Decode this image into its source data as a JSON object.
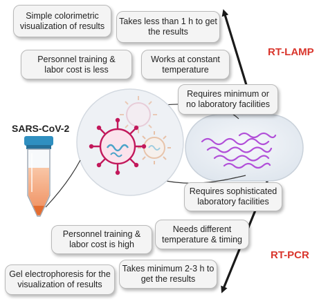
{
  "colors": {
    "lamp_label": "#d9352c",
    "pcr_label": "#d9352c",
    "arrow": "#1a1a1a",
    "box_background": "#f4f4f4",
    "box_border": "#b9b9b9",
    "tube_liquid": "#f2a27a",
    "tube_cap": "#2f8fc0",
    "virus_spike": "#c2185b",
    "rna_strands": "#b14fd8",
    "lens_fill": "#e9eef4"
  },
  "labels": {
    "rt_lamp": "RT-LAMP",
    "rt_pcr": "RT-PCR",
    "virus": "SARS-CoV-2"
  },
  "lamp_boxes": {
    "colorimetric": [
      "Simple colorimetric",
      "visualization of results"
    ],
    "time": [
      "Takes less than  1 h to get",
      "the results"
    ],
    "cost": [
      "Personnel training  &",
      "labor cost is less"
    ],
    "temperature": [
      "Works at constant",
      "temperature"
    ],
    "facilities": [
      "Requires minimum or",
      "no laboratory facilities"
    ]
  },
  "pcr_boxes": {
    "facilities": [
      "Requires sophisticated",
      "laboratory facilities"
    ],
    "cost": [
      "Personnel training  &",
      "labor cost is high"
    ],
    "temperature": [
      "Needs different",
      "temperature & timing"
    ],
    "gel": [
      "Gel electrophoresis for the",
      "visualization of results"
    ],
    "time": [
      "Takes minimum  2-3 h to",
      "get the results"
    ]
  },
  "icons": [
    "sample-tube-icon",
    "virus-icon",
    "rna-strands-icon",
    "arrow-up-icon",
    "arrow-down-icon"
  ]
}
